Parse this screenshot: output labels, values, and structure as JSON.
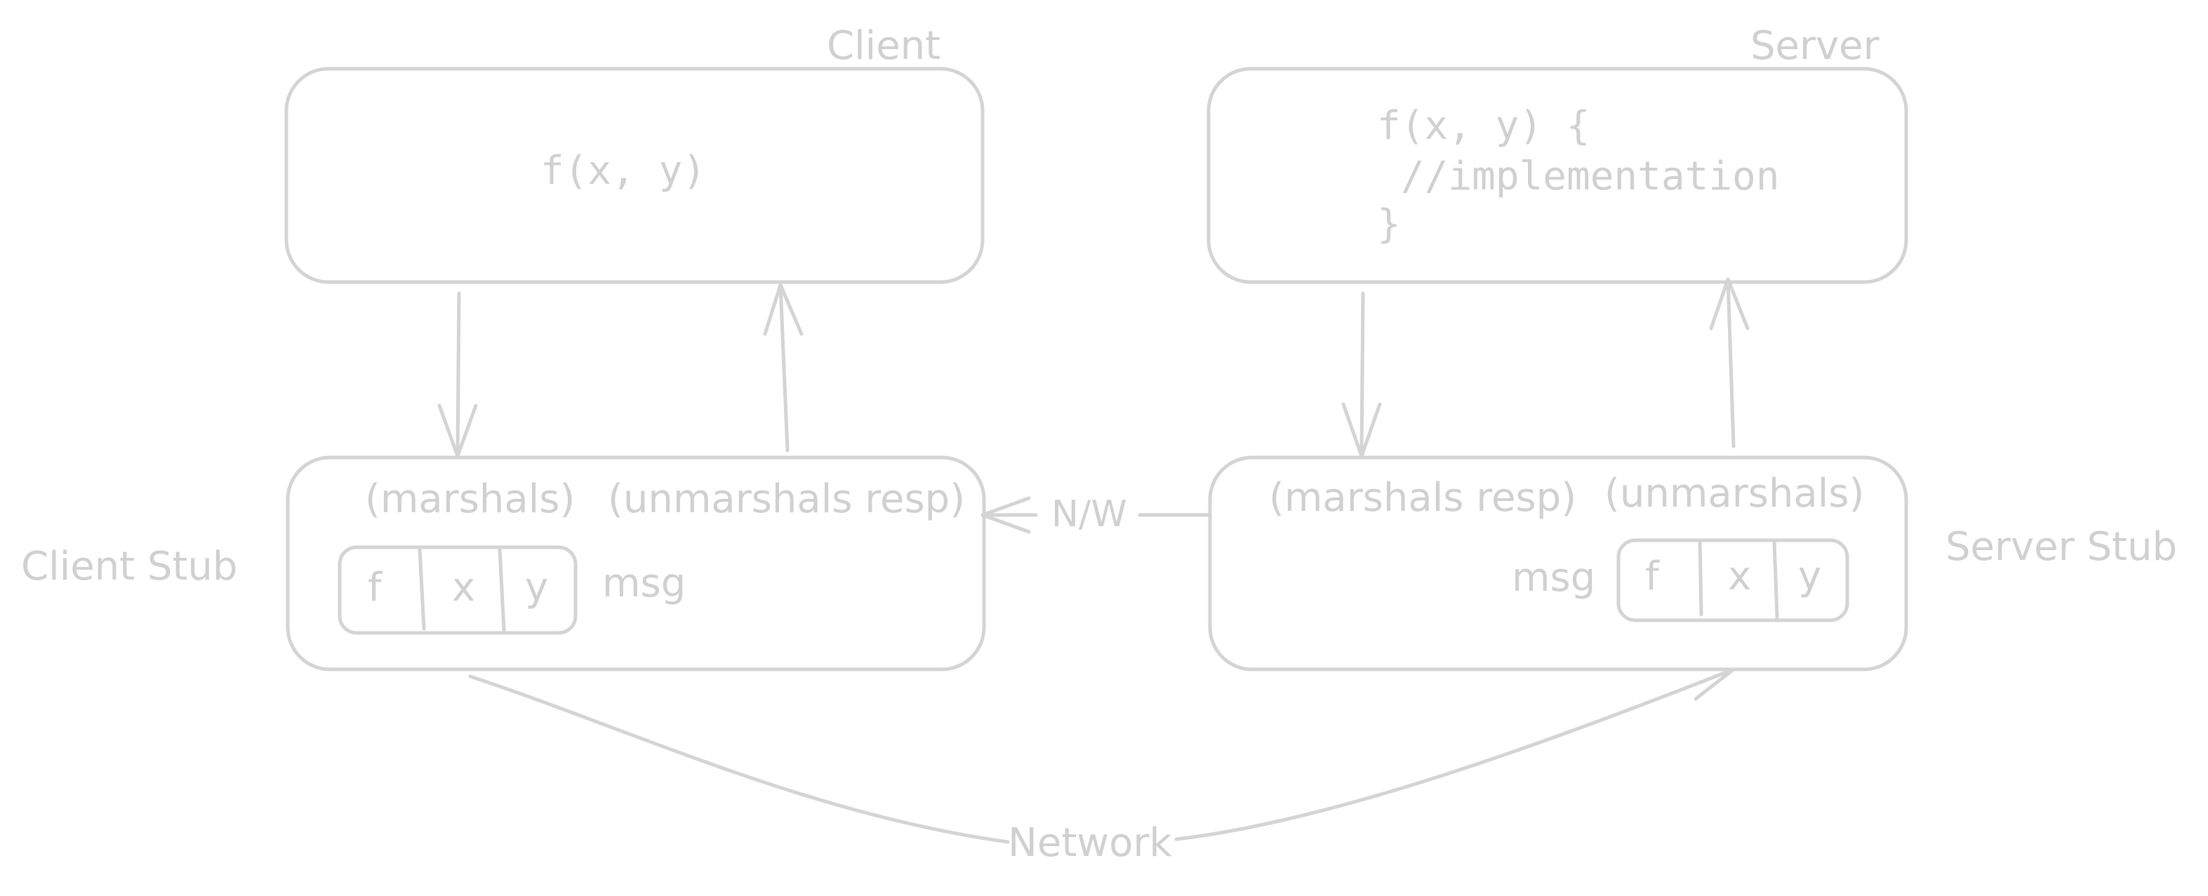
{
  "labels": {
    "client_title": "Client",
    "server_title": "Server",
    "client_stub": "Client Stub",
    "server_stub": "Server Stub",
    "network": "Network",
    "nw": "N/W"
  },
  "client_box": {
    "call": "f(x, y)"
  },
  "server_box": {
    "line1": "f(x, y) {",
    "line2": "//implementation",
    "line3": "}"
  },
  "client_stub_box": {
    "marshals": "(marshals)",
    "unmarshals": "(unmarshals resp)",
    "msg_label": "msg",
    "msg_cells": [
      "f",
      "x",
      "y"
    ]
  },
  "server_stub_box": {
    "marshals": "(marshals resp)",
    "unmarshals": "(unmarshals)",
    "msg_label": "msg",
    "msg_cells": [
      "f",
      "x",
      "y"
    ]
  }
}
